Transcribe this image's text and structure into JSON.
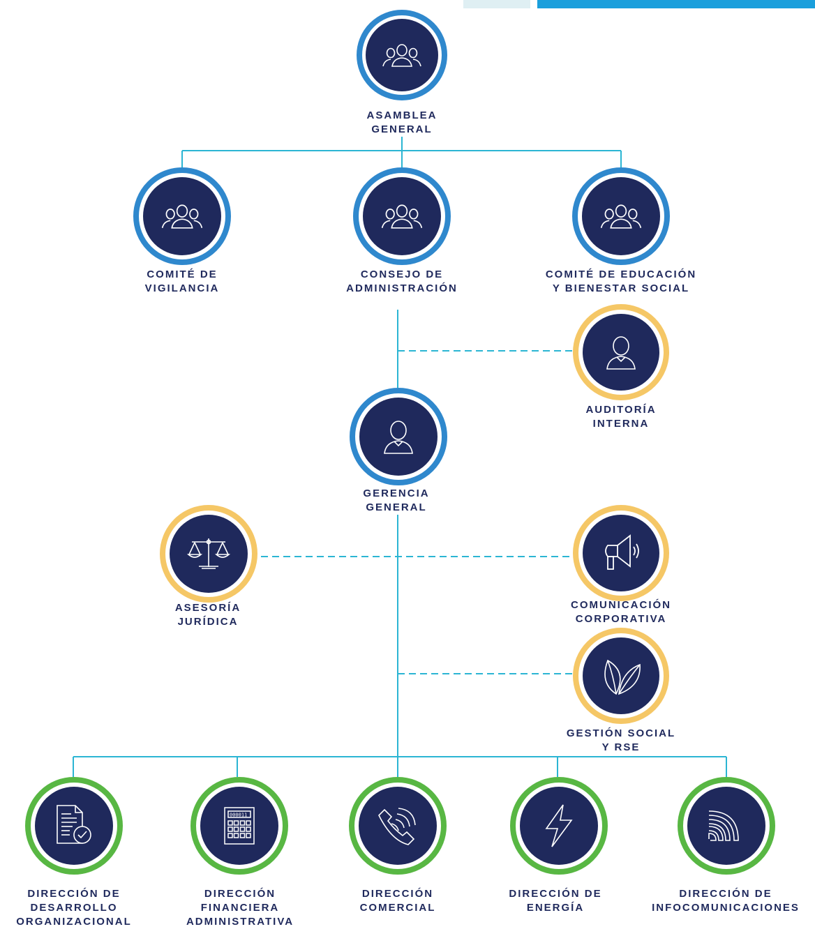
{
  "colors": {
    "navy": "#1f295c",
    "blue_ring": "#2f88cd",
    "gold_ring": "#f5c766",
    "green_ring": "#58b743",
    "connector": "#2bb5d3",
    "top_bar": "#1a9fdc"
  },
  "nodes": {
    "asamblea": {
      "lines": [
        "ASAMBLEA",
        "GENERAL"
      ],
      "icon": "group-icon"
    },
    "vigilancia": {
      "lines": [
        "COMITÉ DE",
        "VIGILANCIA"
      ],
      "icon": "group-icon"
    },
    "consejo": {
      "lines": [
        "CONSEJO DE",
        "ADMINISTRACIÓN"
      ],
      "icon": "group-icon"
    },
    "educacion": {
      "lines": [
        "COMITÉ DE EDUCACIÓN",
        "Y BIENESTAR SOCIAL"
      ],
      "icon": "group-icon"
    },
    "auditoria": {
      "lines": [
        "AUDITORÍA",
        "INTERNA"
      ],
      "icon": "person-icon"
    },
    "gerencia": {
      "lines": [
        "GERENCIA",
        "GENERAL"
      ],
      "icon": "person-icon"
    },
    "juridica": {
      "lines": [
        "ASESORÍA",
        "JURÍDICA"
      ],
      "icon": "scales-icon"
    },
    "comunicacion": {
      "lines": [
        "COMUNICACIÓN",
        "CORPORATIVA"
      ],
      "icon": "megaphone-icon"
    },
    "gestion": {
      "lines": [
        "GESTIÓN SOCIAL",
        "Y RSE"
      ],
      "icon": "leaves-icon"
    },
    "desarrollo": {
      "lines": [
        "DIRECCIÓN DE",
        "DESARROLLO",
        "ORGANIZACIONAL"
      ],
      "icon": "document-check-icon"
    },
    "financiera": {
      "lines": [
        "DIRECCIÓN",
        "FINANCIERA",
        "ADMINISTRATIVA"
      ],
      "icon": "calculator-icon"
    },
    "comercial": {
      "lines": [
        "DIRECCIÓN",
        "COMERCIAL"
      ],
      "icon": "phone-icon"
    },
    "energia": {
      "lines": [
        "DIRECCIÓN DE",
        "ENERGÍA"
      ],
      "icon": "lightning-icon"
    },
    "infocom": {
      "lines": [
        "DIRECCIÓN DE",
        "INFOCOMUNICACIONES"
      ],
      "icon": "signal-icon"
    }
  },
  "calculator_display": "000011"
}
